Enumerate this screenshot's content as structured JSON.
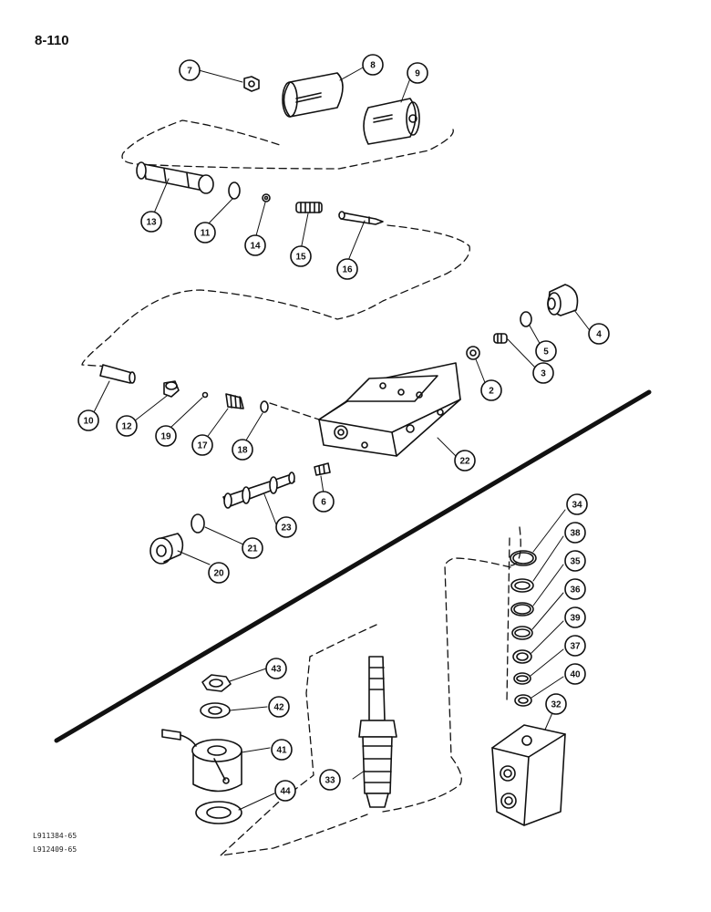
{
  "page": {
    "page_number": "8-110",
    "stamps": [
      "L911384-65",
      "L912409-65"
    ]
  },
  "callouts": [
    {
      "id": "c7",
      "label": "7"
    },
    {
      "id": "c8",
      "label": "8"
    },
    {
      "id": "c9",
      "label": "9"
    },
    {
      "id": "c13",
      "label": "13"
    },
    {
      "id": "c11",
      "label": "11"
    },
    {
      "id": "c14",
      "label": "14"
    },
    {
      "id": "c15",
      "label": "15"
    },
    {
      "id": "c16",
      "label": "16"
    },
    {
      "id": "c4",
      "label": "4"
    },
    {
      "id": "c5",
      "label": "5"
    },
    {
      "id": "c3",
      "label": "3"
    },
    {
      "id": "c2",
      "label": "2"
    },
    {
      "id": "c10",
      "label": "10"
    },
    {
      "id": "c12",
      "label": "12"
    },
    {
      "id": "c19",
      "label": "19"
    },
    {
      "id": "c17",
      "label": "17"
    },
    {
      "id": "c18",
      "label": "18"
    },
    {
      "id": "c22",
      "label": "22"
    },
    {
      "id": "c6",
      "label": "6"
    },
    {
      "id": "c23",
      "label": "23"
    },
    {
      "id": "c21",
      "label": "21"
    },
    {
      "id": "c20",
      "label": "20"
    },
    {
      "id": "c34",
      "label": "34"
    },
    {
      "id": "c38",
      "label": "38"
    },
    {
      "id": "c35",
      "label": "35"
    },
    {
      "id": "c36",
      "label": "36"
    },
    {
      "id": "c39",
      "label": "39"
    },
    {
      "id": "c37",
      "label": "37"
    },
    {
      "id": "c40",
      "label": "40"
    },
    {
      "id": "c32",
      "label": "32"
    },
    {
      "id": "c43",
      "label": "43"
    },
    {
      "id": "c42",
      "label": "42"
    },
    {
      "id": "c41",
      "label": "41"
    },
    {
      "id": "c44",
      "label": "44"
    },
    {
      "id": "c33",
      "label": "33"
    }
  ]
}
